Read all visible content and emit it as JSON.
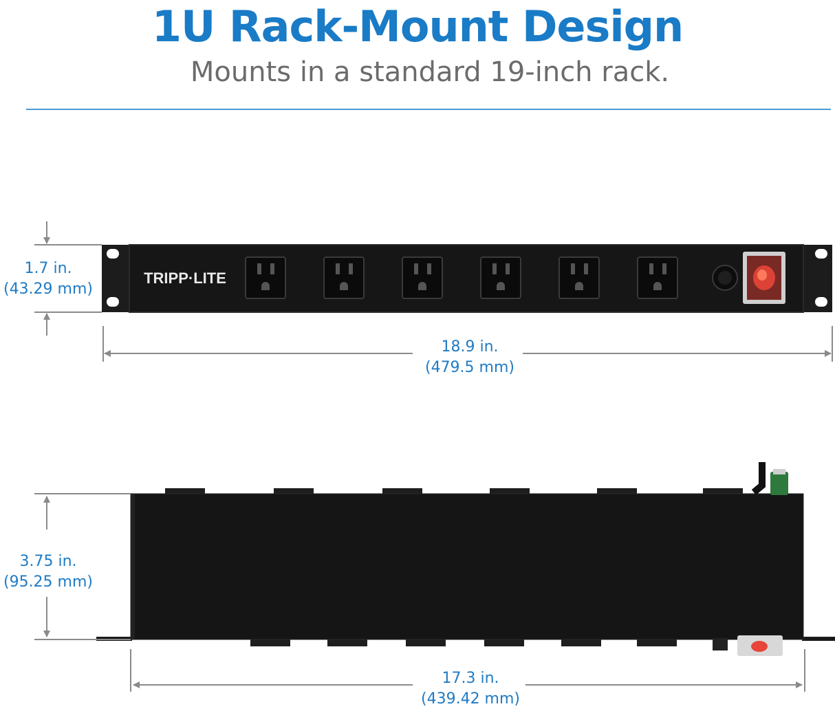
{
  "header": {
    "title": "1U Rack-Mount Design",
    "subtitle": "Mounts in a standard 19-inch rack."
  },
  "front_view": {
    "brand_logo": "TRIPP·LITE",
    "outlet_count": 6,
    "height_in": "1.7 in.",
    "height_mm": "(43.29 mm)",
    "width_in": "18.9 in.",
    "width_mm": "(479.5 mm)"
  },
  "top_view": {
    "depth_in": "3.75 in.",
    "depth_mm": "(95.25 mm)",
    "width_in": "17.3 in.",
    "width_mm": "(439.42 mm)"
  },
  "colors": {
    "title": "#1a7bc6",
    "dimension_text": "#1f7bc4",
    "subtitle": "#6b6b6b",
    "arrow": "#8a8a8a",
    "chassis": "#141414",
    "switch": "#e8453a"
  }
}
